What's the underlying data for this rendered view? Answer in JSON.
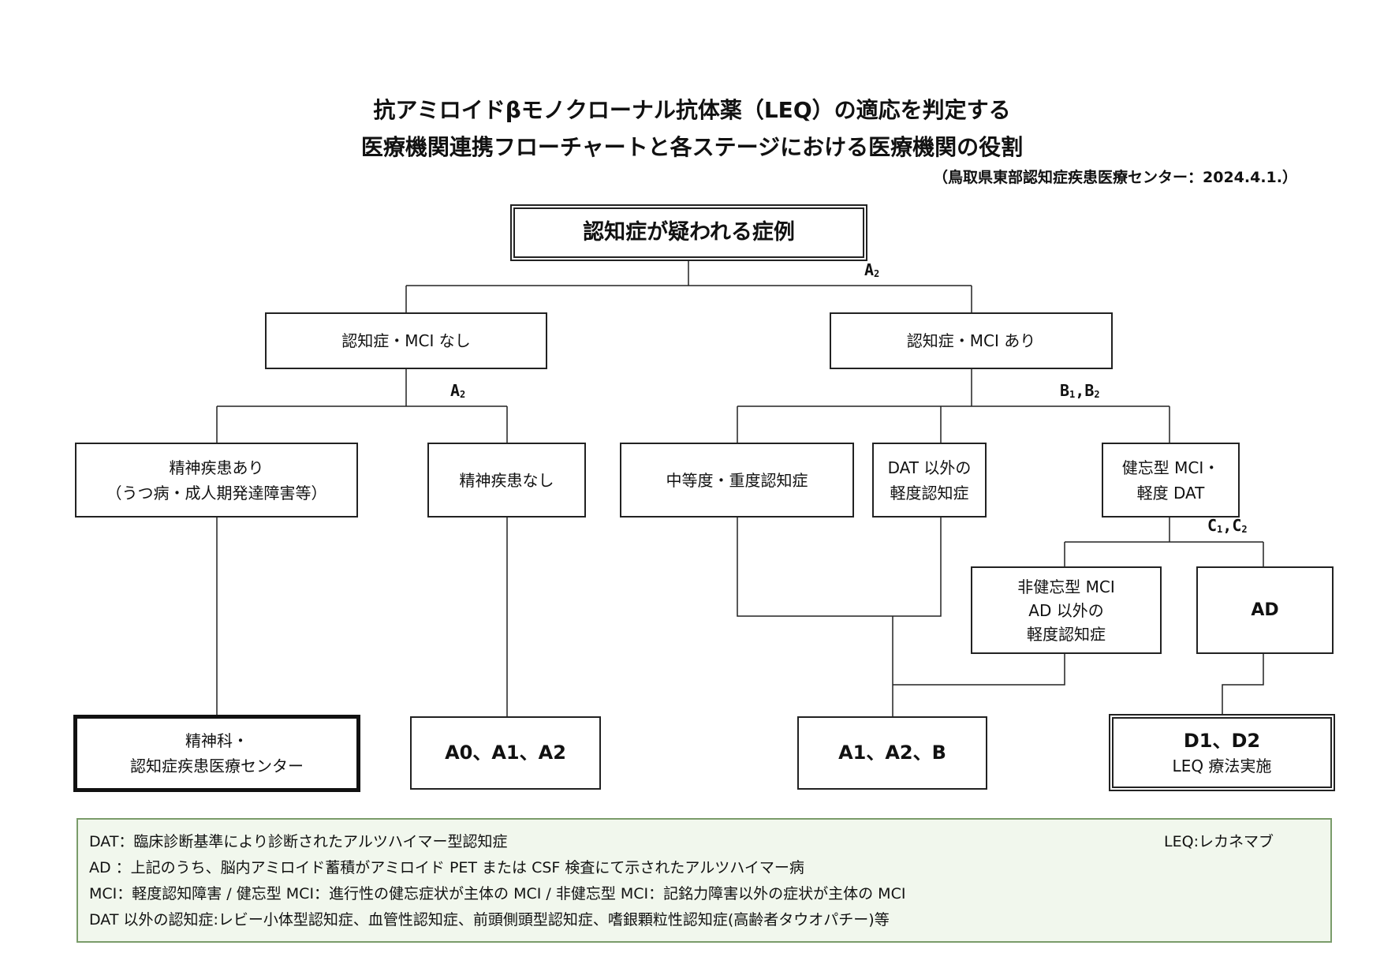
{
  "title": {
    "line1": "抗アミロイドβモノクローナル抗体薬（LEQ）の適応を判定する",
    "line2": "医療機関連携フローチャートと各ステージにおける医療機関の役割",
    "source": "（鳥取県東部認知症疾患医療センター：2024.4.1.）"
  },
  "nodes": {
    "root": "認知症が疑われる症例",
    "no_dementia": "認知症・MCI なし",
    "dementia": "認知症・MCI あり",
    "psych_yes_1": "精神疾患あり",
    "psych_yes_2": "（うつ病・成人期発達障害等）",
    "psych_no": "精神疾患なし",
    "moderate_severe": "中等度・重度認知症",
    "non_dat_1": "DAT 以外の",
    "non_dat_2": "軽度認知症",
    "amnestic_1": "健忘型 MCI・",
    "amnestic_2": "軽度 DAT",
    "non_amnestic_1": "非健忘型 MCI",
    "non_amnestic_2": "AD 以外の",
    "non_amnestic_3": "軽度認知症",
    "ad": "AD",
    "psychiatry_1": "精神科・",
    "psychiatry_2": "認知症疾患医療センター",
    "a012": "A0、A1、A2",
    "a12b": "A1、A2、B",
    "d12_1": "D1、D2",
    "d12_2": "LEQ 療法実施"
  },
  "edge_labels": {
    "a2_top": {
      "main": "A",
      "sub": "2"
    },
    "a2_left": {
      "main": "A",
      "sub": "2"
    },
    "b12": {
      "m1": "B",
      "s1": "1",
      "sep": ",",
      "m2": "B",
      "s2": "2"
    },
    "c12": {
      "m1": "C",
      "s1": "1",
      "sep": ",",
      "m2": "C",
      "s2": "2"
    }
  },
  "legend": {
    "dat": "DAT：臨床診断基準により診断されたアルツハイマー型認知症",
    "leq": "LEQ:レカネマブ",
    "ad": "AD ：上記のうち、脳内アミロイド蓄積がアミロイド PET または CSF 検査にて示されたアルツハイマー病",
    "mci": "MCI：軽度認知障害 / 健忘型 MCI：進行性の健忘症状が主体の MCI / 非健忘型 MCI：記銘力障害以外の症状が主体の MCI",
    "other": "DAT 以外の認知症:レビー小体型認知症、血管性認知症、前頭側頭型認知症、嗜銀顆粒性認知症(高齢者タウオパチー)等"
  },
  "colors": {
    "line": "#222222",
    "legend_border": "#7a9c6a",
    "legend_bg": "#f1f7ed"
  }
}
